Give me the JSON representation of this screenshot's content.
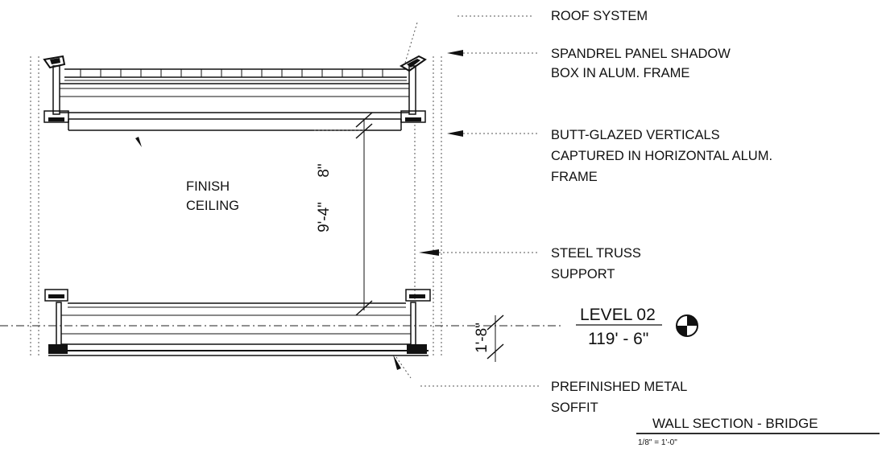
{
  "callouts": {
    "roof_system": "ROOF SYSTEM",
    "spandrel_1": "SPANDREL PANEL SHADOW",
    "spandrel_2": "BOX IN ALUM. FRAME",
    "butt_glazed_1": "BUTT-GLAZED VERTICALS",
    "butt_glazed_2": "CAPTURED IN HORIZONTAL ALUM.",
    "butt_glazed_3": "FRAME",
    "steel_truss_1": "STEEL TRUSS",
    "steel_truss_2": "SUPPORT",
    "soffit_1": "PREFINISHED METAL",
    "soffit_2": "SOFFIT"
  },
  "room": {
    "line1": "FINISH",
    "line2": "CEILING"
  },
  "dimensions": {
    "ceiling_depth": "8\"",
    "ceiling_height": "9'-4\"",
    "floor_depth": "1'-8\""
  },
  "level": {
    "name": "LEVEL 02",
    "elevation": "119' - 6\""
  },
  "title_block": {
    "title": "WALL SECTION - BRIDGE",
    "scale": "1/8\" = 1'-0\""
  },
  "colors": {
    "ink": "#111111",
    "background": "#ffffff"
  }
}
